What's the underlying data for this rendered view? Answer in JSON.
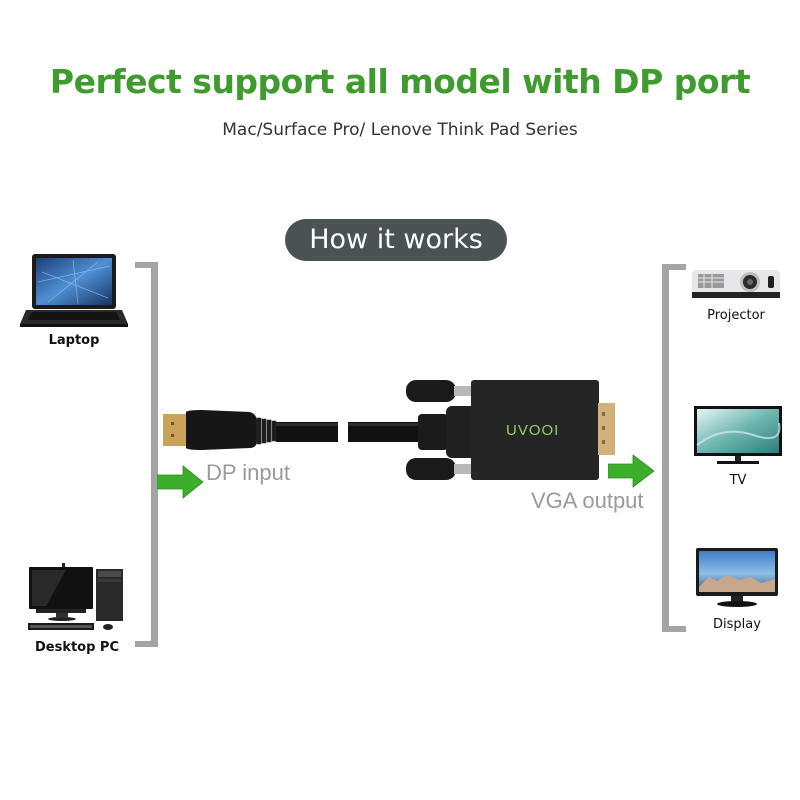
{
  "header": {
    "title": "Perfect support all model with DP port",
    "subtitle": "Mac/Surface Pro/ Lenove Think Pad Series"
  },
  "section_badge": "How it works",
  "sources": [
    {
      "label": "Laptop",
      "icon": "laptop-icon"
    },
    {
      "label": "Desktop PC",
      "icon": "desktop-pc-icon"
    }
  ],
  "adapter": {
    "input_label": "DP input",
    "output_label": "VGA output",
    "brand": "UVOOI"
  },
  "outputs": [
    {
      "label": "Projector",
      "icon": "projector-icon"
    },
    {
      "label": "TV",
      "icon": "tv-icon"
    },
    {
      "label": "Display",
      "icon": "display-icon"
    }
  ],
  "colors": {
    "headline_green": "#3f9b2d",
    "arrow_green": "#3dae2b",
    "badge_bg": "#4a5253",
    "bracket_gray": "#a4a4a4",
    "label_gray": "#9a9a9a",
    "brand_green": "#8fd16a"
  }
}
